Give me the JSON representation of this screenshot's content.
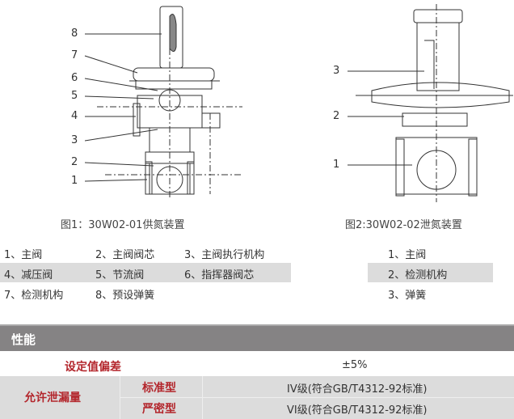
{
  "figure1": {
    "caption": "图1：30W02-01供氮装置",
    "labels": [
      "8",
      "7",
      "6",
      "5",
      "4",
      "3",
      "2",
      "1"
    ]
  },
  "figure2": {
    "caption": "图2:30W02-02泄氮装置",
    "labels": [
      "3",
      "2",
      "1"
    ]
  },
  "legend1": [
    [
      "1、主阀",
      "2、主阀阀芯",
      "3、主阀执行机构"
    ],
    [
      "4、减压阀",
      "5、节流阀",
      "6、指挥器阀芯"
    ],
    [
      "7、检测机构",
      "8、预设弹簧"
    ]
  ],
  "legend2": [
    "1、主阀",
    "2、检测机构",
    "3、弹簧"
  ],
  "performance": {
    "title": "性能",
    "rows": [
      {
        "label": "设定值偏差",
        "value": "±5%"
      }
    ],
    "leak": {
      "label": "允许泄漏量",
      "types": [
        {
          "label": "标准型",
          "value": "IV级(符合GB/T4312-92标准)"
        },
        {
          "label": "严密型",
          "value": "VI级(符合GB/T4312-92标准)"
        }
      ]
    }
  },
  "colors": {
    "accent": "#b3262c",
    "header": "#858384",
    "band": "#dcdcdc"
  }
}
